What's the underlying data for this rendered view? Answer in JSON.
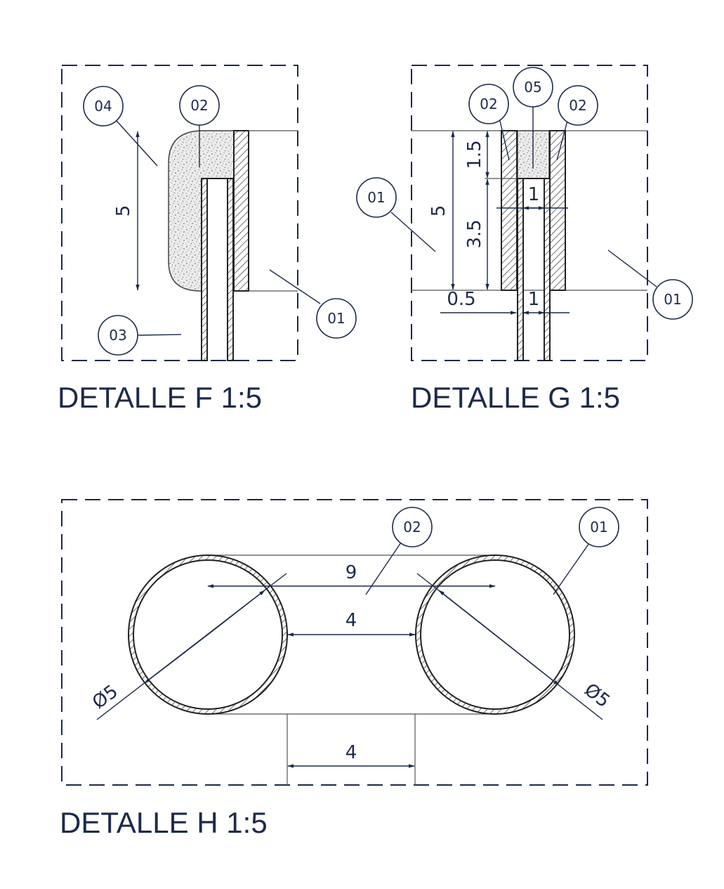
{
  "details": {
    "F": {
      "title": "DETALLE F  1:5",
      "dim_height": "5",
      "bubbles": [
        "04",
        "02",
        "01",
        "03"
      ]
    },
    "G": {
      "title": "DETALLE G  1:5",
      "dim_top": "1.5",
      "dim_total": "5",
      "dim_lower": "3.5",
      "dim_inner_width": "1",
      "dim_wall": "0.5",
      "dim_bottom_width": "1",
      "bubbles": [
        "02",
        "05",
        "02",
        "01",
        "01"
      ]
    },
    "H": {
      "title": "DETALLE H 1:5",
      "dim_center": "9",
      "dim_gap": "4",
      "dim_diam_left": "Ø5",
      "dim_diam_right": "Ø5",
      "dim_bottom": "4",
      "bubbles": [
        "02",
        "01"
      ]
    }
  },
  "colors": {
    "ink": "#1c2a4a",
    "outline": "#222222",
    "foam": "#e8e8e8"
  }
}
